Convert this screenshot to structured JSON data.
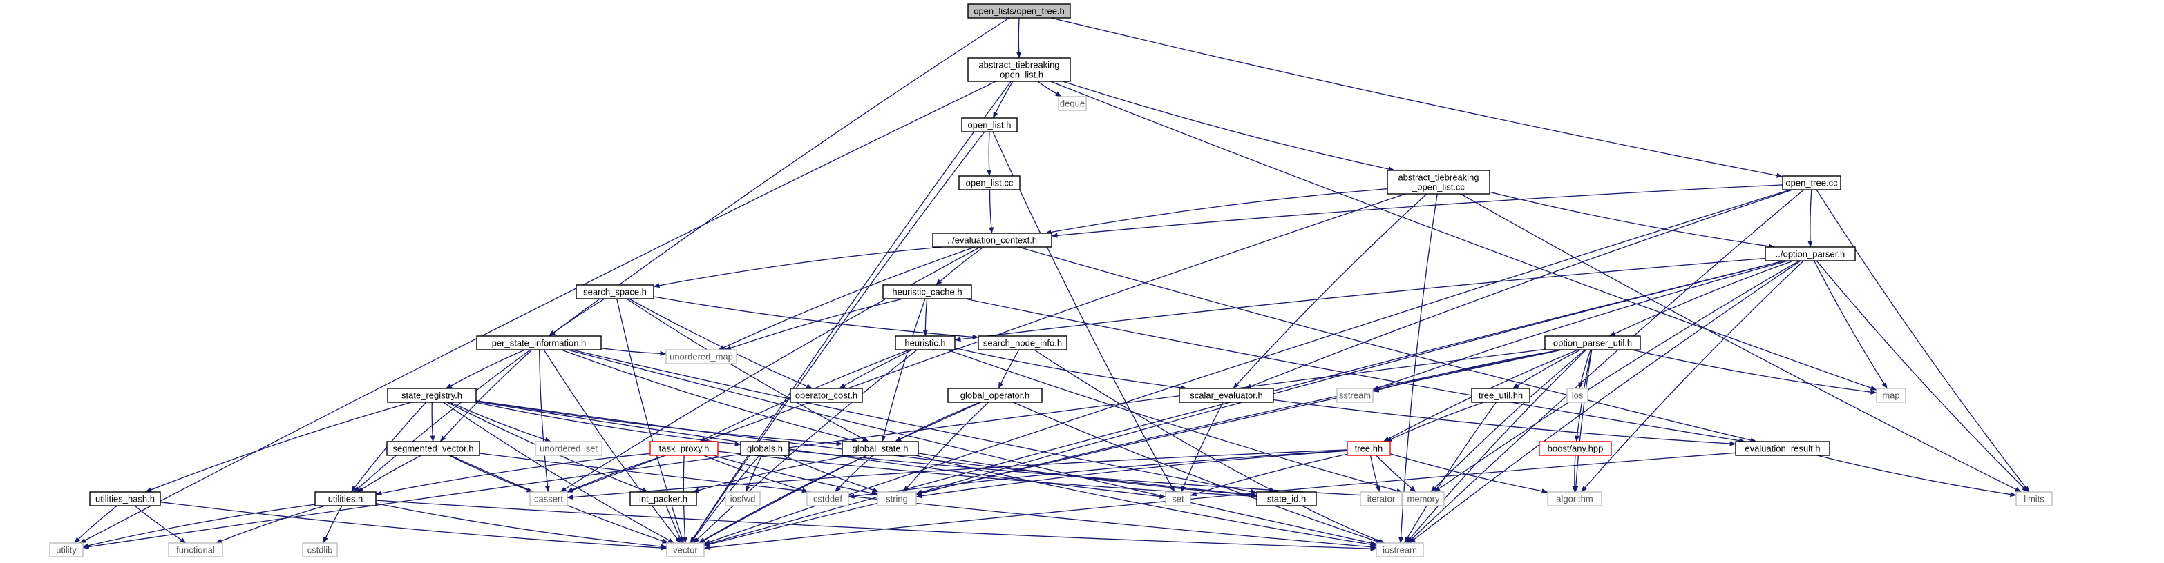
{
  "diagram": {
    "type": "include-dependency-graph",
    "colors": {
      "edge": "#191970",
      "root_fill": "#bfbfbf",
      "file_fill": "#ffffff",
      "file_border": "#000000",
      "missing_border": "#ff0000",
      "system_border": "#bfbfbf"
    },
    "nodes": [
      {
        "id": "root",
        "label": "open_lists/open_tree.h",
        "kind": "root"
      },
      {
        "id": "atol_h",
        "label": "abstract_tiebreaking\n_open_list.h",
        "kind": "file"
      },
      {
        "id": "deque",
        "label": "deque",
        "kind": "system"
      },
      {
        "id": "ol_h",
        "label": "open_list.h",
        "kind": "file"
      },
      {
        "id": "atol_cc",
        "label": "abstract_tiebreaking\n_open_list.cc",
        "kind": "file"
      },
      {
        "id": "ot_cc",
        "label": "open_tree.cc",
        "kind": "file"
      },
      {
        "id": "ol_cc",
        "label": "open_list.cc",
        "kind": "file"
      },
      {
        "id": "eval_ctx",
        "label": "../evaluation_context.h",
        "kind": "file"
      },
      {
        "id": "opt_parser",
        "label": "../option_parser.h",
        "kind": "file"
      },
      {
        "id": "search_space",
        "label": "search_space.h",
        "kind": "file"
      },
      {
        "id": "heur_cache",
        "label": "heuristic_cache.h",
        "kind": "file"
      },
      {
        "id": "psi",
        "label": "per_state_information.h",
        "kind": "file"
      },
      {
        "id": "heuristic",
        "label": "heuristic.h",
        "kind": "file"
      },
      {
        "id": "sni",
        "label": "search_node_info.h",
        "kind": "file"
      },
      {
        "id": "opu",
        "label": "option_parser_util.h",
        "kind": "file"
      },
      {
        "id": "unordered_map",
        "label": "unordered_map",
        "kind": "system"
      },
      {
        "id": "op_cost",
        "label": "operator_cost.h",
        "kind": "file"
      },
      {
        "id": "scalar_eval",
        "label": "scalar_evaluator.h",
        "kind": "file"
      },
      {
        "id": "sstream",
        "label": "sstream",
        "kind": "system"
      },
      {
        "id": "ios",
        "label": "ios",
        "kind": "system"
      },
      {
        "id": "map",
        "label": "map",
        "kind": "system"
      },
      {
        "id": "state_reg",
        "label": "state_registry.h",
        "kind": "file"
      },
      {
        "id": "global_op",
        "label": "global_operator.h",
        "kind": "file"
      },
      {
        "id": "tree_util",
        "label": "tree_util.hh",
        "kind": "file"
      },
      {
        "id": "seg_vec",
        "label": "segmented_vector.h",
        "kind": "file"
      },
      {
        "id": "unordered_set",
        "label": "unordered_set",
        "kind": "system"
      },
      {
        "id": "task_proxy",
        "label": "task_proxy.h",
        "kind": "missing"
      },
      {
        "id": "globals",
        "label": "globals.h",
        "kind": "file"
      },
      {
        "id": "global_state",
        "label": "global_state.h",
        "kind": "file"
      },
      {
        "id": "tree_hh",
        "label": "tree.hh",
        "kind": "missing"
      },
      {
        "id": "boost_any",
        "label": "boost/any.hpp",
        "kind": "missing"
      },
      {
        "id": "eval_result",
        "label": "evaluation_result.h",
        "kind": "file"
      },
      {
        "id": "utilities_hash",
        "label": "utilities_hash.h",
        "kind": "file"
      },
      {
        "id": "utilities",
        "label": "utilities.h",
        "kind": "file"
      },
      {
        "id": "cassert",
        "label": "cassert",
        "kind": "system"
      },
      {
        "id": "int_packer",
        "label": "int_packer.h",
        "kind": "file"
      },
      {
        "id": "iosfwd",
        "label": "iosfwd",
        "kind": "system"
      },
      {
        "id": "cstddef",
        "label": "cstddef",
        "kind": "system"
      },
      {
        "id": "string",
        "label": "string",
        "kind": "system"
      },
      {
        "id": "set",
        "label": "set",
        "kind": "system"
      },
      {
        "id": "state_id",
        "label": "state_id.h",
        "kind": "file"
      },
      {
        "id": "iterator",
        "label": "iterator",
        "kind": "system"
      },
      {
        "id": "memory",
        "label": "memory",
        "kind": "system"
      },
      {
        "id": "algorithm",
        "label": "algorithm",
        "kind": "system"
      },
      {
        "id": "limits",
        "label": "limits",
        "kind": "system"
      },
      {
        "id": "utility",
        "label": "utility",
        "kind": "system"
      },
      {
        "id": "functional",
        "label": "functional",
        "kind": "system"
      },
      {
        "id": "cstdlib",
        "label": "cstdlib",
        "kind": "system"
      },
      {
        "id": "vector",
        "label": "vector",
        "kind": "system"
      },
      {
        "id": "iostream",
        "label": "iostream",
        "kind": "system"
      }
    ],
    "edges": [
      [
        "root",
        "atol_h"
      ],
      [
        "root",
        "psi"
      ],
      [
        "root",
        "ot_cc"
      ],
      [
        "atol_h",
        "deque"
      ],
      [
        "atol_h",
        "ol_h"
      ],
      [
        "atol_h",
        "atol_cc"
      ],
      [
        "atol_h",
        "map"
      ],
      [
        "atol_h",
        "utility"
      ],
      [
        "atol_h",
        "vector"
      ],
      [
        "ol_h",
        "ol_cc"
      ],
      [
        "ol_h",
        "set"
      ],
      [
        "ol_h",
        "vector"
      ],
      [
        "ol_cc",
        "eval_ctx"
      ],
      [
        "atol_cc",
        "eval_ctx"
      ],
      [
        "atol_cc",
        "opt_parser"
      ],
      [
        "atol_cc",
        "scalar_eval"
      ],
      [
        "atol_cc",
        "cassert"
      ],
      [
        "atol_cc",
        "limits"
      ],
      [
        "atol_cc",
        "iostream"
      ],
      [
        "ot_cc",
        "eval_ctx"
      ],
      [
        "ot_cc",
        "opt_parser"
      ],
      [
        "ot_cc",
        "scalar_eval"
      ],
      [
        "ot_cc",
        "limits"
      ],
      [
        "ot_cc",
        "iostream"
      ],
      [
        "ot_cc",
        "vector"
      ],
      [
        "eval_ctx",
        "search_space"
      ],
      [
        "eval_ctx",
        "heur_cache"
      ],
      [
        "eval_ctx",
        "eval_result"
      ],
      [
        "eval_ctx",
        "unordered_map"
      ],
      [
        "eval_ctx",
        "cassert"
      ],
      [
        "search_space",
        "psi"
      ],
      [
        "search_space",
        "sni"
      ],
      [
        "search_space",
        "op_cost"
      ],
      [
        "search_space",
        "global_state"
      ],
      [
        "search_space",
        "vector"
      ],
      [
        "heur_cache",
        "heuristic"
      ],
      [
        "heur_cache",
        "eval_result"
      ],
      [
        "heur_cache",
        "global_state"
      ],
      [
        "heur_cache",
        "unordered_map"
      ],
      [
        "opt_parser",
        "opu"
      ],
      [
        "opt_parser",
        "heuristic"
      ],
      [
        "opt_parser",
        "map"
      ],
      [
        "opt_parser",
        "limits"
      ],
      [
        "opt_parser",
        "algorithm"
      ],
      [
        "opt_parser",
        "memory"
      ],
      [
        "opt_parser",
        "iostream"
      ],
      [
        "opt_parser",
        "sstream"
      ],
      [
        "opt_parser",
        "string"
      ],
      [
        "opt_parser",
        "vector"
      ],
      [
        "psi",
        "state_reg"
      ],
      [
        "psi",
        "seg_vec"
      ],
      [
        "psi",
        "global_state"
      ],
      [
        "psi",
        "state_id"
      ],
      [
        "psi",
        "utilities"
      ],
      [
        "psi",
        "unordered_map"
      ],
      [
        "psi",
        "cassert"
      ],
      [
        "psi",
        "iostream"
      ],
      [
        "psi",
        "vector"
      ],
      [
        "heuristic",
        "scalar_eval"
      ],
      [
        "heuristic",
        "op_cost"
      ],
      [
        "heuristic",
        "task_proxy"
      ],
      [
        "heuristic",
        "memory"
      ],
      [
        "heuristic",
        "vector"
      ],
      [
        "sni",
        "global_op"
      ],
      [
        "sni",
        "state_id"
      ],
      [
        "opu",
        "tree_util"
      ],
      [
        "opu",
        "tree_hh"
      ],
      [
        "opu",
        "boost_any"
      ],
      [
        "opu",
        "ios"
      ],
      [
        "opu",
        "map"
      ],
      [
        "opu",
        "sstream"
      ],
      [
        "opu",
        "string"
      ],
      [
        "opu",
        "algorithm"
      ],
      [
        "opu",
        "memory"
      ],
      [
        "opu",
        "iostream"
      ],
      [
        "opu",
        "vector"
      ],
      [
        "opu",
        "utility"
      ],
      [
        "scalar_eval",
        "eval_result"
      ],
      [
        "scalar_eval",
        "set"
      ],
      [
        "state_reg",
        "seg_vec"
      ],
      [
        "state_reg",
        "global_state"
      ],
      [
        "state_reg",
        "globals"
      ],
      [
        "state_reg",
        "int_packer"
      ],
      [
        "state_reg",
        "state_id"
      ],
      [
        "state_reg",
        "utilities"
      ],
      [
        "state_reg",
        "utilities_hash"
      ],
      [
        "state_reg",
        "unordered_set"
      ],
      [
        "state_reg",
        "set"
      ],
      [
        "state_reg",
        "vector"
      ],
      [
        "global_op",
        "global_state"
      ],
      [
        "global_op",
        "string"
      ],
      [
        "global_op",
        "iostream"
      ],
      [
        "global_op",
        "vector"
      ],
      [
        "tree_util",
        "tree_hh"
      ],
      [
        "tree_util",
        "iostream"
      ],
      [
        "seg_vec",
        "utilities"
      ],
      [
        "seg_vec",
        "cassert"
      ],
      [
        "seg_vec",
        "vector"
      ],
      [
        "seg_vec",
        "iostream"
      ],
      [
        "task_proxy",
        "utilities"
      ],
      [
        "task_proxy",
        "cassert"
      ],
      [
        "task_proxy",
        "cstddef"
      ],
      [
        "task_proxy",
        "string"
      ],
      [
        "task_proxy",
        "vector"
      ],
      [
        "task_proxy",
        "state_id"
      ],
      [
        "globals",
        "iosfwd"
      ],
      [
        "globals",
        "string"
      ],
      [
        "globals",
        "memory"
      ],
      [
        "globals",
        "vector"
      ],
      [
        "global_state",
        "int_packer"
      ],
      [
        "global_state",
        "state_id"
      ],
      [
        "global_state",
        "cstddef"
      ],
      [
        "global_state",
        "iostream"
      ],
      [
        "global_state",
        "vector"
      ],
      [
        "tree_hh",
        "cstddef"
      ],
      [
        "tree_hh",
        "string"
      ],
      [
        "tree_hh",
        "set"
      ],
      [
        "tree_hh",
        "iterator"
      ],
      [
        "tree_hh",
        "memory"
      ],
      [
        "tree_hh",
        "algorithm"
      ],
      [
        "tree_hh",
        "cassert"
      ],
      [
        "boost_any",
        "algorithm"
      ],
      [
        "eval_result",
        "limits"
      ],
      [
        "eval_result",
        "vector"
      ],
      [
        "utilities_hash",
        "utility"
      ],
      [
        "utilities_hash",
        "functional"
      ],
      [
        "utilities_hash",
        "vector"
      ],
      [
        "utilities",
        "cstdlib"
      ],
      [
        "utilities",
        "functional"
      ],
      [
        "utilities",
        "utility"
      ],
      [
        "utilities",
        "vector"
      ],
      [
        "utilities",
        "iostream"
      ],
      [
        "int_packer",
        "vector"
      ],
      [
        "state_id",
        "iostream"
      ]
    ]
  }
}
